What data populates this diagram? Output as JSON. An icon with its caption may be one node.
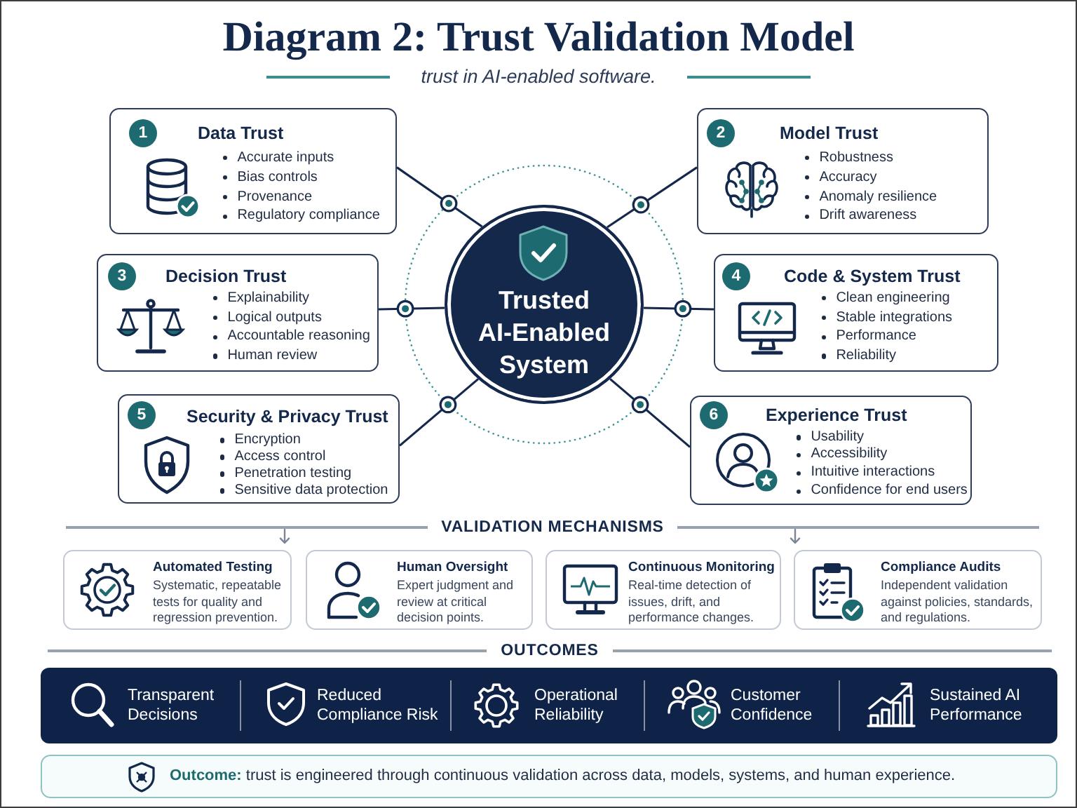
{
  "diagram": {
    "title": "Diagram 2: Trust Validation Model",
    "nodes": [
      {
        "text": [
          "1",
          "Data Trust",
          "Accurate inputs",
          "Bias controls",
          "Provenance",
          "Regulatory compliance"
        ]
      },
      {
        "text": [
          "2",
          "Model Trust",
          "Robustness",
          "Accuracy",
          "Anomaly resilience",
          "Drift awareness"
        ]
      },
      {
        "text": [
          "3",
          "Decision Trust",
          "Explainability",
          "Logical outputs",
          "Accountable reasoning",
          "Human review"
        ]
      },
      {
        "text": [
          "Trusted AI-Enabled System"
        ]
      },
      {
        "text": [
          "4",
          "Code & System Trust",
          "Clean engineering",
          "Stable integrations",
          "Performance",
          "Reliability"
        ]
      },
      {
        "text": [
          "5",
          "Security & Privacy Trust",
          "Encryption",
          "Access control",
          "Penetration testing",
          "Sensitive data protection"
        ]
      },
      {
        "text": [
          "6",
          "Experience Trust",
          "Usability",
          "Accessibility",
          "Intuitive interactions",
          "Confidence for end users"
        ]
      },
      {
        "text": [
          "Automated Testing",
          "Systematic, repeatable tests for quality and regression prevention."
        ]
      },
      {
        "text": [
          "Human Oversight",
          "Expert judgment and review at critical decision points."
        ]
      },
      {
        "text": [
          "Continuous Monitoring",
          "Real-time detection of issues, drift, and performance changes."
        ]
      },
      {
        "text": [
          "Compliance Audits",
          "Independent validation against policies, standards, and regulations."
        ]
      },
      {
        "text": [
          "Transparent Decisions",
          "Reduced Compliance Risk",
          "Operational Reliability",
          "Customer Confidence",
          "Sustained AI Performance"
        ]
      },
      {
        "text": [
          "**Outcome:** trust is engineered through continuous validation across data, models, systems, and human experience."
        ]
      }
    ],
    "edges": [
      {
        "from": 0,
        "to": 3,
        "arrow": "none"
      },
      {
        "from": 1,
        "to": 3,
        "arrow": "none"
      },
      {
        "from": 2,
        "to": 3,
        "arrow": "none"
      },
      {
        "from": 4,
        "to": 3,
        "arrow": "none"
      },
      {
        "from": 5,
        "to": 3,
        "arrow": "none"
      },
      {
        "from": 6,
        "to": 3,
        "arrow": "none"
      }
    ],
    "labels": [
      "trust in AI-enabled software.",
      "VALIDATION MECHANISMS",
      "OUTCOMES"
    ]
  }
}
